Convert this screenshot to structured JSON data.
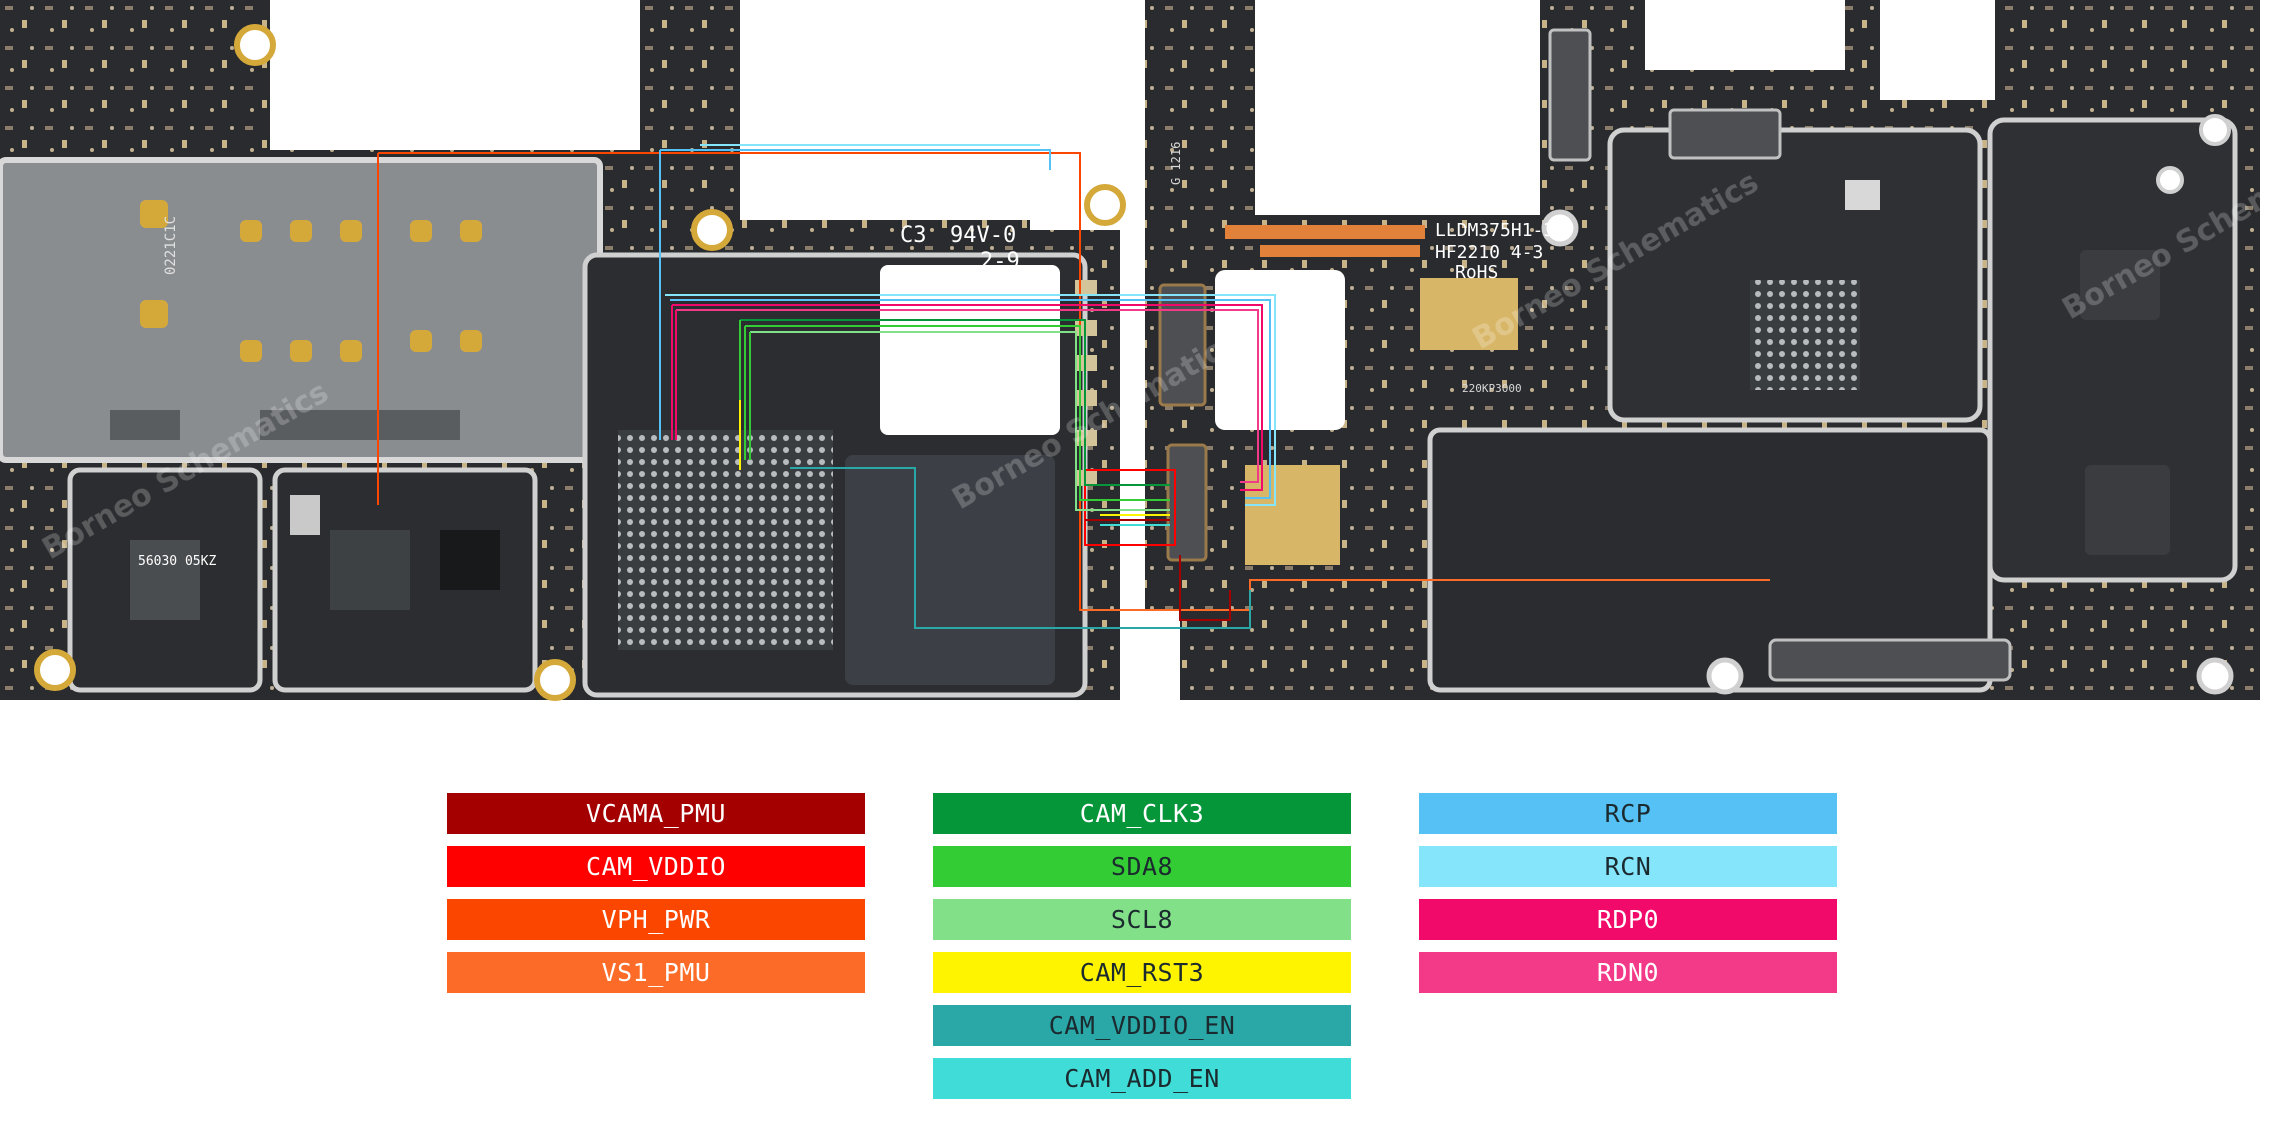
{
  "board": {
    "silkscreen": {
      "left_marking_1": "C3",
      "left_marking_2": "94V-0",
      "left_marking_3": "2-9",
      "right_marking_1": "LLDM375H1-3",
      "right_marking_2": "HF2210 4-3",
      "right_marking_3": "RoHS",
      "small_code": "220KP3000",
      "chip_code": "56030 05KZ",
      "sim_code": "0221C1C",
      "side_code": "G 1216"
    },
    "watermark": "Borneo Schematics"
  },
  "legend": {
    "column_1": [
      {
        "label": "VCAMA_PMU",
        "color": "#a50000",
        "text_color": "#ffffff"
      },
      {
        "label": "CAM_VDDIO",
        "color": "#ff0000",
        "text_color": "#ffffff"
      },
      {
        "label": "VPH_PWR",
        "color": "#fb4600",
        "text_color": "#ffffff"
      },
      {
        "label": "VS1_PMU",
        "color": "#fd6b28",
        "text_color": "#ffffff"
      }
    ],
    "column_2": [
      {
        "label": "CAM_CLK3",
        "color": "#06963a",
        "text_color": "#ffffff"
      },
      {
        "label": "SDA8",
        "color": "#34cc34",
        "text_color": "#1b2a2e"
      },
      {
        "label": "SCL8",
        "color": "#82e089",
        "text_color": "#1b2a2e"
      },
      {
        "label": "CAM_RST3",
        "color": "#fff400",
        "text_color": "#1b2a2e"
      },
      {
        "label": "CAM_VDDIO_EN",
        "color": "#2aa7a7",
        "text_color": "#1b2a2e"
      },
      {
        "label": "CAM_ADD_EN",
        "color": "#40dcd8",
        "text_color": "#1b2a2e"
      }
    ],
    "column_3": [
      {
        "label": "RCP",
        "color": "#55c1f4",
        "text_color": "#1b2a2e"
      },
      {
        "label": "RCN",
        "color": "#85e5fb",
        "text_color": "#1b2a2e"
      },
      {
        "label": "RDP0",
        "color": "#f20a6b",
        "text_color": "#ffffff"
      },
      {
        "label": "RDN0",
        "color": "#f33a88",
        "text_color": "#ffffff"
      }
    ]
  }
}
